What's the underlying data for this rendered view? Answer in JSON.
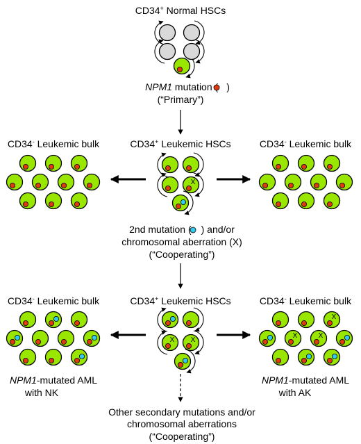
{
  "colors": {
    "normal_cell": "#d9d9d9",
    "leukemic_cell": "#99e600",
    "npm1_mutation": "#e03a10",
    "second_mutation": "#33ccee",
    "outline": "#000000"
  },
  "labels": {
    "normal_hscs_prefix": "CD34",
    "normal_hscs_sup": "+",
    "normal_hscs_suffix": " Normal HSCs",
    "primary_mutation_gene": "NPM1",
    "primary_mutation_text": " mutation (",
    "primary_mutation_close": ")",
    "primary_tag": "(“Primary”)",
    "bulk_prefix": "CD34",
    "bulk_sup": "-",
    "bulk_suffix": " Leukemic bulk",
    "lsc_prefix": "CD34",
    "lsc_sup": "+",
    "lsc_suffix": " Leukemic HSCs",
    "second_mutation_line1_a": "2nd mutation (",
    "second_mutation_line1_b": ") and/or",
    "second_mutation_line2": "chromosomal aberration (X)",
    "cooperating_tag": "(“Cooperating”)",
    "aml_nk_gene": "NPM1",
    "aml_nk_suffix": "-mutated AML",
    "aml_nk_line2": "with NK",
    "aml_ak_gene": "NPM1",
    "aml_ak_suffix": "-mutated AML",
    "aml_ak_line2": "with AK",
    "other_line1": "Other  secondary mutations and/or",
    "other_line2": "chromosomal aberrations",
    "other_line3": "(“Cooperating”)",
    "aberration_mark": "X"
  }
}
